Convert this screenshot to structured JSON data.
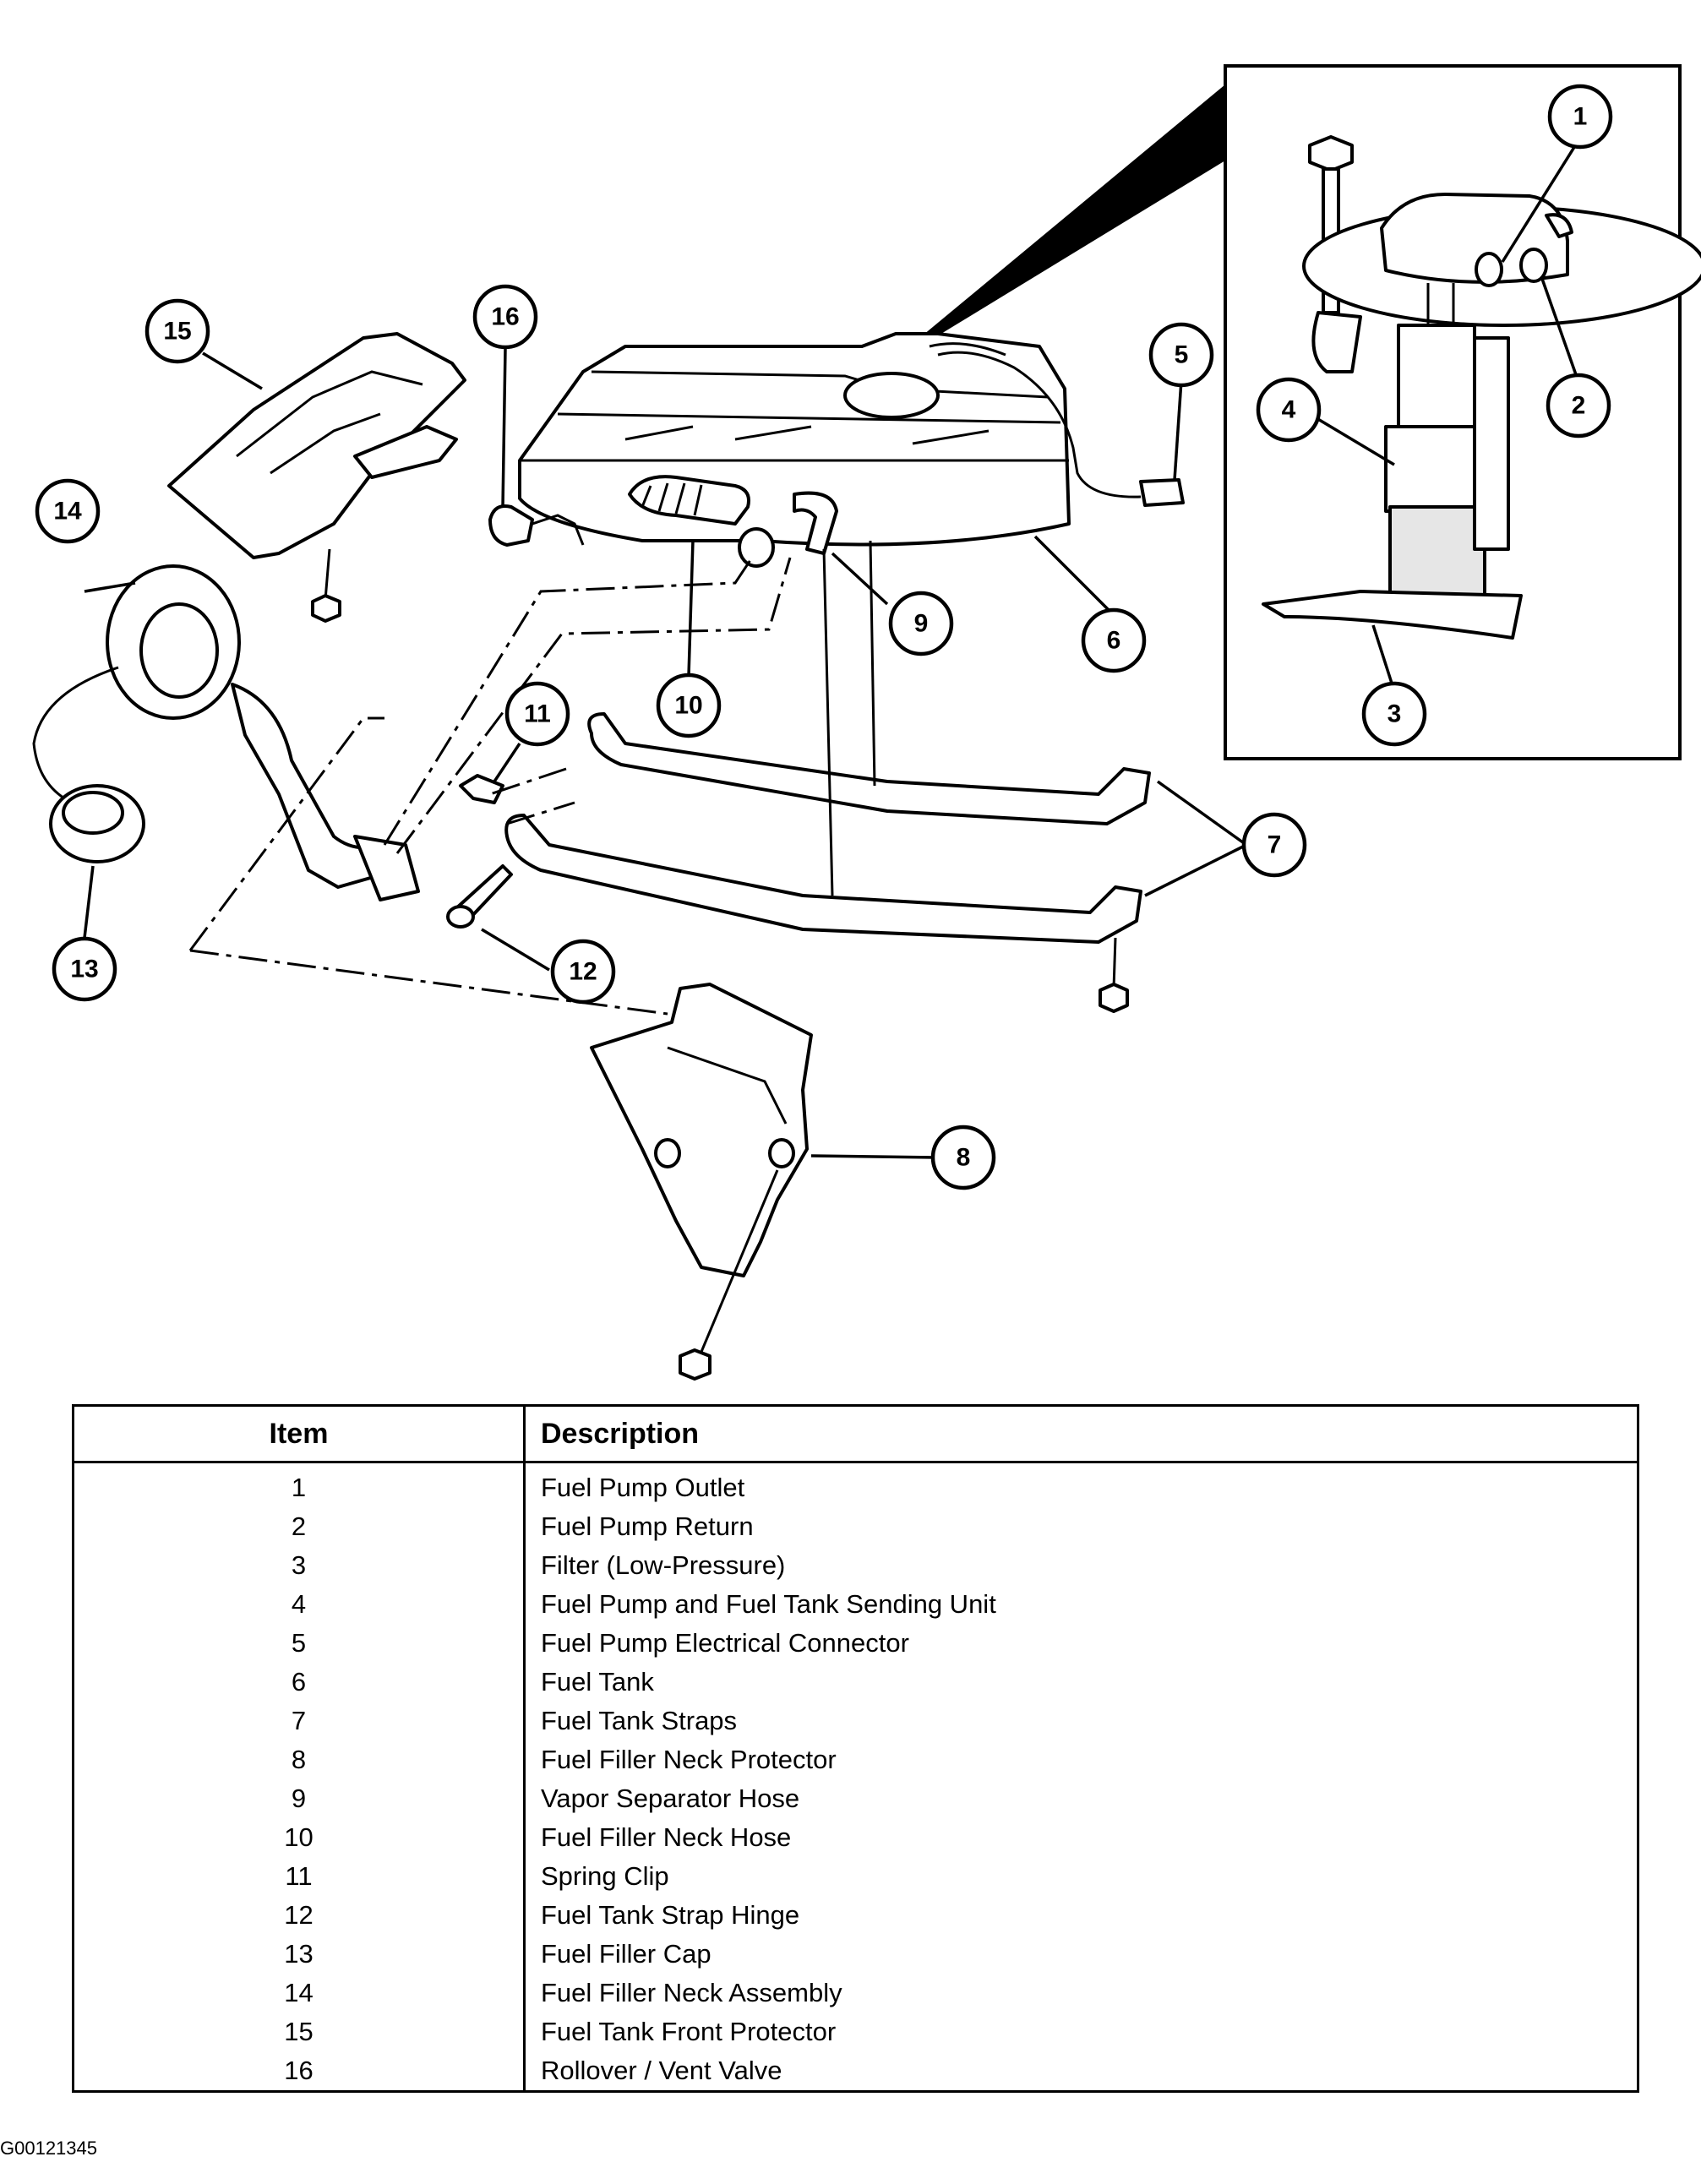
{
  "table": {
    "headers": {
      "item": "Item",
      "description": "Description"
    },
    "rows": [
      {
        "item": "1",
        "description": "Fuel Pump Outlet"
      },
      {
        "item": "2",
        "description": "Fuel Pump Return"
      },
      {
        "item": "3",
        "description": "Filter (Low-Pressure)"
      },
      {
        "item": "4",
        "description": "Fuel Pump and Fuel Tank Sending Unit"
      },
      {
        "item": "5",
        "description": "Fuel Pump Electrical Connector"
      },
      {
        "item": "6",
        "description": "Fuel Tank"
      },
      {
        "item": "7",
        "description": "Fuel Tank Straps"
      },
      {
        "item": "8",
        "description": "Fuel Filler Neck Protector"
      },
      {
        "item": "9",
        "description": "Vapor Separator Hose"
      },
      {
        "item": "10",
        "description": "Fuel Filler Neck Hose"
      },
      {
        "item": "11",
        "description": "Spring Clip"
      },
      {
        "item": "12",
        "description": "Fuel Tank Strap Hinge"
      },
      {
        "item": "13",
        "description": "Fuel Filler Cap"
      },
      {
        "item": "14",
        "description": "Fuel Filler Neck Assembly"
      },
      {
        "item": "15",
        "description": "Fuel Tank Front Protector"
      },
      {
        "item": "16",
        "description": "Rollover / Vent Valve"
      }
    ]
  },
  "callouts": [
    "1",
    "2",
    "3",
    "4",
    "5",
    "6",
    "7",
    "8",
    "9",
    "10",
    "11",
    "12",
    "13",
    "14",
    "15",
    "16"
  ],
  "figure_id": "G00121345"
}
